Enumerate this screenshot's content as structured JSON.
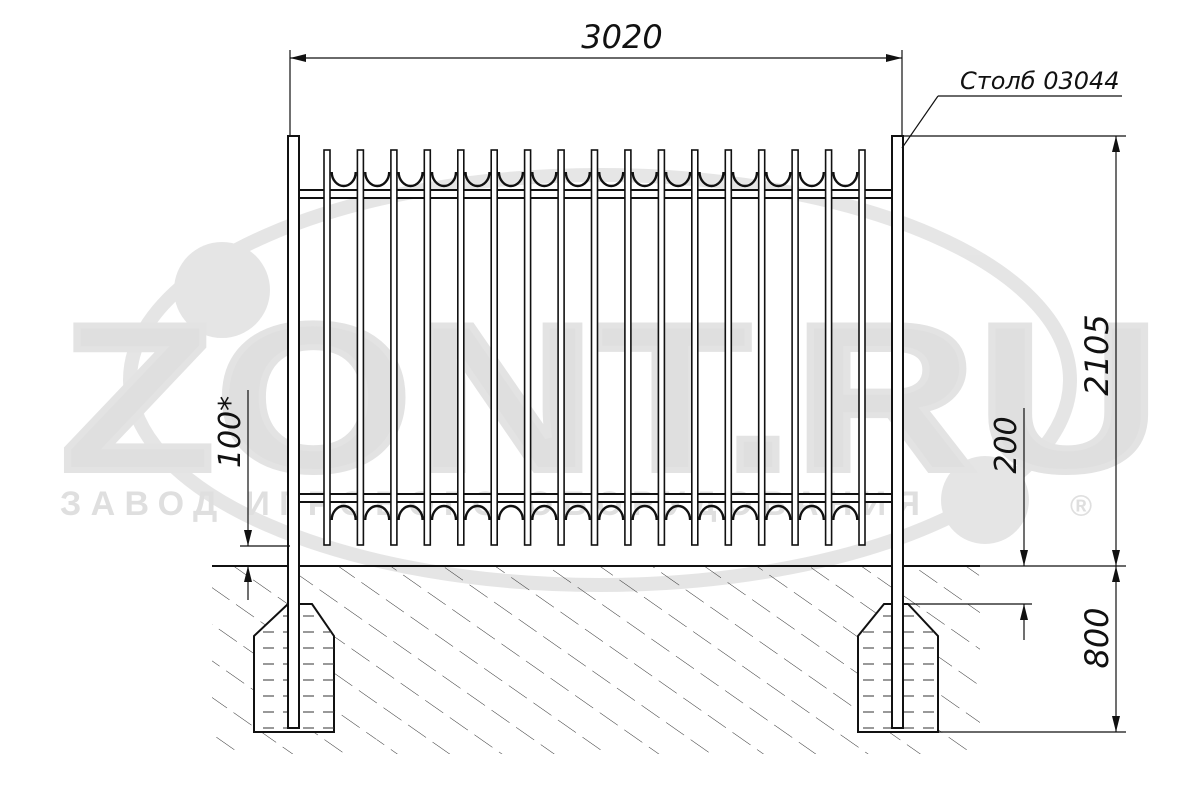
{
  "dimensions": {
    "width": "3020",
    "height": "2105",
    "depth": "800",
    "bottom_gap": "200",
    "ground_gap": "100*"
  },
  "callout": {
    "post_label": "Столб 03044"
  },
  "watermark": {
    "logo": "ZONT.RU",
    "subtitle": "ЗАВОД ИГРОВОГО ОБОРУДОВАНИЯ",
    "registered_mark": "®",
    "color": "#dcdcdc"
  },
  "fence": {
    "picket_count": 17
  }
}
